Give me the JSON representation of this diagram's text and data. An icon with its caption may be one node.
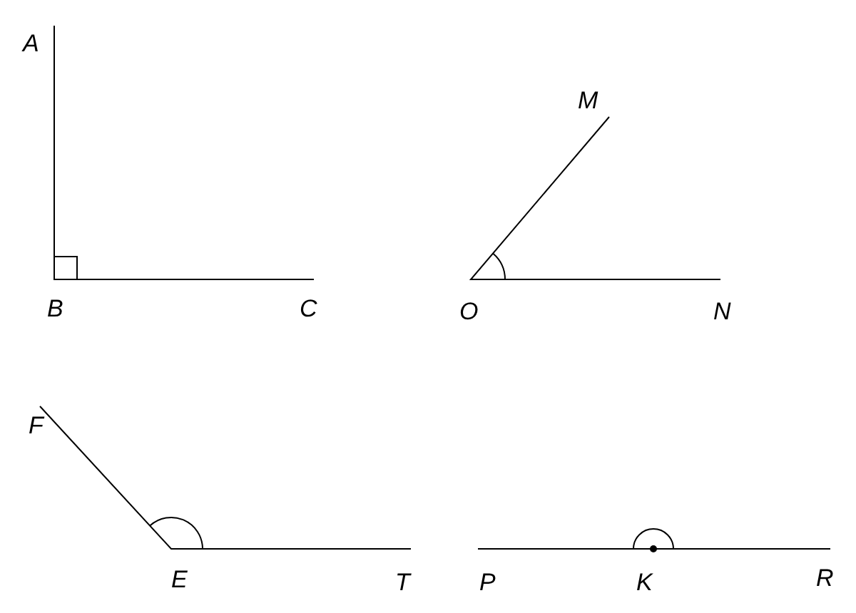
{
  "diagram": {
    "labels": [
      "A",
      "B",
      "C",
      "M",
      "O",
      "N",
      "F",
      "E",
      "T",
      "P",
      "K",
      "R"
    ]
  }
}
